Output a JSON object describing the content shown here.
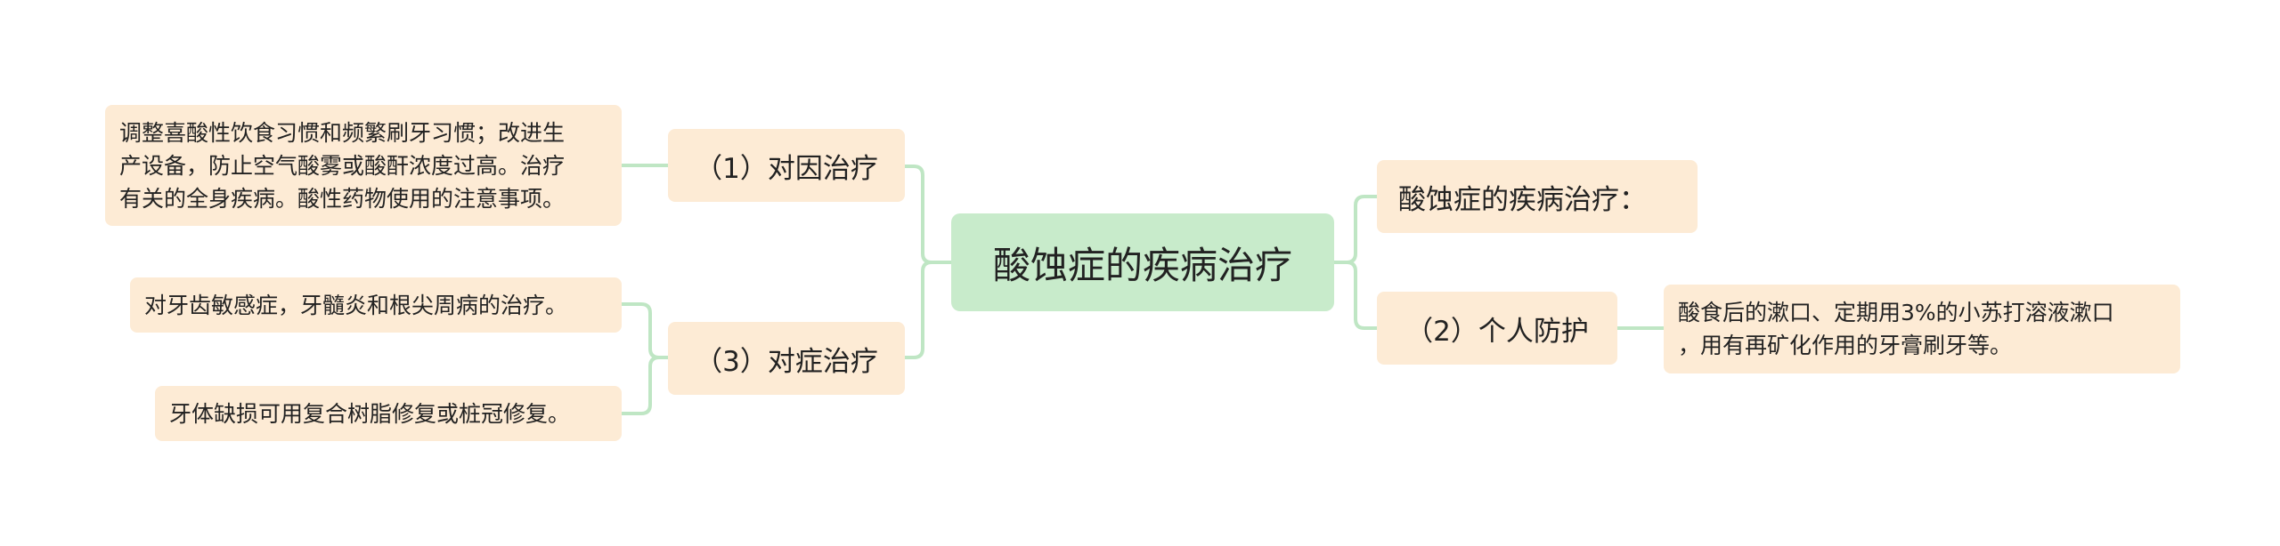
{
  "root": {
    "label": "酸蚀症的疾病治疗"
  },
  "left_branches": [
    {
      "label": "（1）对因治疗",
      "leaves": [
        {
          "lines": [
            "调整喜酸性饮食习惯和频繁刷牙习惯；改进生",
            "产设备，防止空气酸雾或酸酐浓度过高。治疗",
            "有关的全身疾病。酸性药物使用的注意事项。"
          ]
        }
      ]
    },
    {
      "label": "（3）对症治疗",
      "leaves": [
        {
          "lines": [
            "对牙齿敏感症，牙髓炎和根尖周病的治疗。"
          ]
        },
        {
          "lines": [
            "牙体缺损可用复合树脂修复或桩冠修复。"
          ]
        }
      ]
    }
  ],
  "right_branches": [
    {
      "label": "酸蚀症的疾病治疗：",
      "leaves": []
    },
    {
      "label": "（2）个人防护",
      "leaves": [
        {
          "lines": [
            "酸食后的漱口、定期用3%的小苏打溶液漱口",
            "，用有再矿化作用的牙膏刷牙等。"
          ]
        }
      ]
    }
  ],
  "colors": {
    "connector": "#bfe6c4",
    "root_fill": "#c8ebcb",
    "node_fill": "#fdebd5"
  }
}
